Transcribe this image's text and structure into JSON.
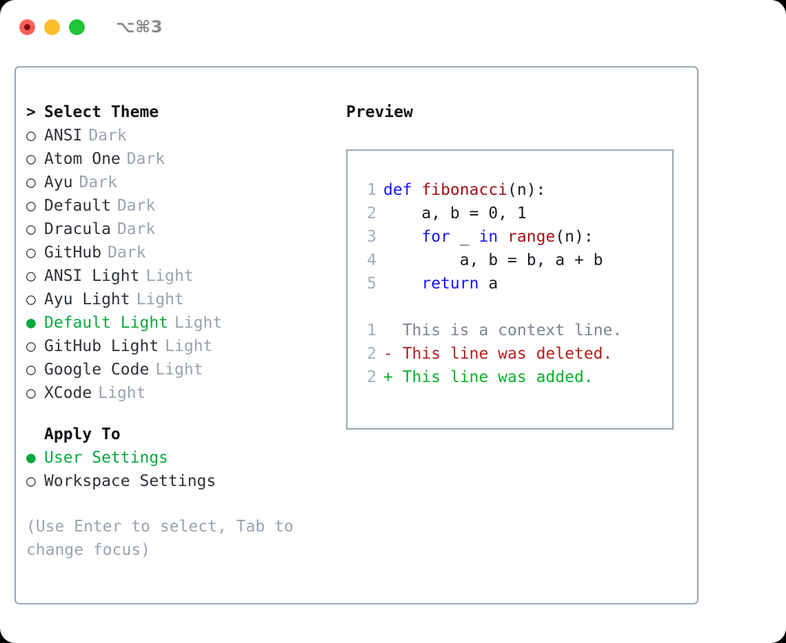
{
  "titlebar": {
    "shortcut": "⌥⌘3",
    "lights": [
      {
        "name": "close",
        "color": "#ff5f56"
      },
      {
        "name": "minimize",
        "color": "#ffbd2e"
      },
      {
        "name": "maximize",
        "color": "#1fc63b"
      }
    ]
  },
  "theme_picker": {
    "header_marker": ">",
    "header": "Select Theme",
    "marker_unselected": "○",
    "marker_selected": "●",
    "items": [
      {
        "name": "ANSI",
        "category": "Dark",
        "selected": false
      },
      {
        "name": "Atom One",
        "category": "Dark",
        "selected": false
      },
      {
        "name": "Ayu",
        "category": "Dark",
        "selected": false
      },
      {
        "name": "Default",
        "category": "Dark",
        "selected": false
      },
      {
        "name": "Dracula",
        "category": "Dark",
        "selected": false
      },
      {
        "name": "GitHub",
        "category": "Dark",
        "selected": false
      },
      {
        "name": "ANSI Light",
        "category": "Light",
        "selected": false
      },
      {
        "name": "Ayu Light",
        "category": "Light",
        "selected": false
      },
      {
        "name": "Default Light",
        "category": "Light",
        "selected": true
      },
      {
        "name": "GitHub Light",
        "category": "Light",
        "selected": false
      },
      {
        "name": "Google Code",
        "category": "Light",
        "selected": false
      },
      {
        "name": "XCode",
        "category": "Light",
        "selected": false
      }
    ]
  },
  "apply_to": {
    "header": "Apply To",
    "options": [
      {
        "label": "User Settings",
        "selected": true
      },
      {
        "label": "Workspace Settings",
        "selected": false
      }
    ]
  },
  "hint": "(Use Enter to select, Tab to change focus)",
  "preview": {
    "title": "Preview",
    "code_lines": [
      {
        "no": "1",
        "tokens": [
          {
            "t": "def ",
            "k": "kw"
          },
          {
            "t": "fibonacci",
            "k": "fn"
          },
          {
            "t": "(n):",
            "k": "plain"
          }
        ]
      },
      {
        "no": "2",
        "tokens": [
          {
            "t": "    a, b = 0, 1",
            "k": "plain"
          }
        ]
      },
      {
        "no": "3",
        "tokens": [
          {
            "t": "    ",
            "k": "plain"
          },
          {
            "t": "for",
            "k": "kw"
          },
          {
            "t": " _ ",
            "k": "plain"
          },
          {
            "t": "in",
            "k": "kw"
          },
          {
            "t": " ",
            "k": "plain"
          },
          {
            "t": "range",
            "k": "fn"
          },
          {
            "t": "(n):",
            "k": "plain"
          }
        ]
      },
      {
        "no": "4",
        "tokens": [
          {
            "t": "        a, b = b, a + b",
            "k": "plain"
          }
        ]
      },
      {
        "no": "5",
        "tokens": [
          {
            "t": "    ",
            "k": "plain"
          },
          {
            "t": "return",
            "k": "kw"
          },
          {
            "t": " a",
            "k": "plain"
          }
        ]
      }
    ],
    "diff_lines": [
      {
        "no": "1",
        "marker": "  ",
        "text": "This is a context line.",
        "kind": "ctx"
      },
      {
        "no": "2",
        "marker": "- ",
        "text": "This line was deleted.",
        "kind": "del"
      },
      {
        "no": "2",
        "marker": "+ ",
        "text": "This line was added.",
        "kind": "add"
      }
    ]
  },
  "colors": {
    "accent_green": "#0aa93f",
    "border": "#9aa6b4",
    "muted": "#9aa3b0",
    "keyword_blue": "#1414ff",
    "function_red": "#a60f13",
    "diff_delete": "#b3201c",
    "diff_add": "#09b32a"
  }
}
